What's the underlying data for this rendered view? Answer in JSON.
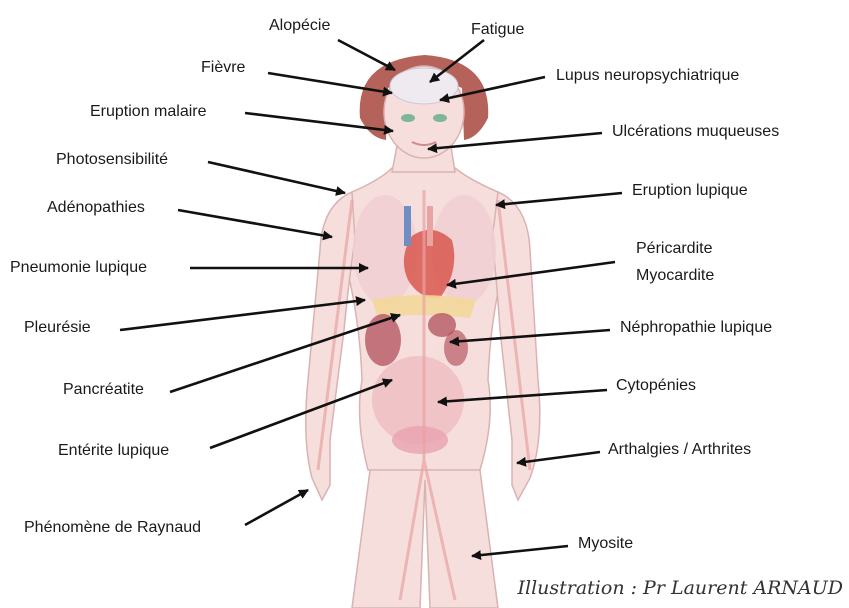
{
  "diagram": {
    "labels": {
      "alopecie": "Alopécie",
      "fatigue": "Fatigue",
      "fievre": "Fièvre",
      "lupus_neuro": "Lupus neuropsychiatrique",
      "eruption_malaire": "Eruption malaire",
      "ulcerations": "Ulcérations muqueuses",
      "photosensibilite": "Photosensibilité",
      "eruption_lupique": "Eruption lupique",
      "adenopathies": "Adénopathies",
      "pericardite": "Péricardite",
      "myocardite": "Myocardite",
      "pneumonie": "Pneumonie lupique",
      "pleuresie": "Pleurésie",
      "nephropathie": "Néphropathie lupique",
      "pancreatite": "Pancréatite",
      "cytopenies": "Cytopénies",
      "enterite": "Entérite lupique",
      "arthralgies": "Arthalgies / Arthrites",
      "raynaud": "Phénomène de Raynaud",
      "myosite": "Myosite"
    },
    "credit": "Illustration : Pr Laurent ARNAUD",
    "colors": {
      "skin": "#f6dedd",
      "skin_outline": "#d9b3b1",
      "hair": "#b5625a",
      "vessel": "#e9a3a3",
      "heart": "#d8584f",
      "arrow": "#111111"
    }
  }
}
